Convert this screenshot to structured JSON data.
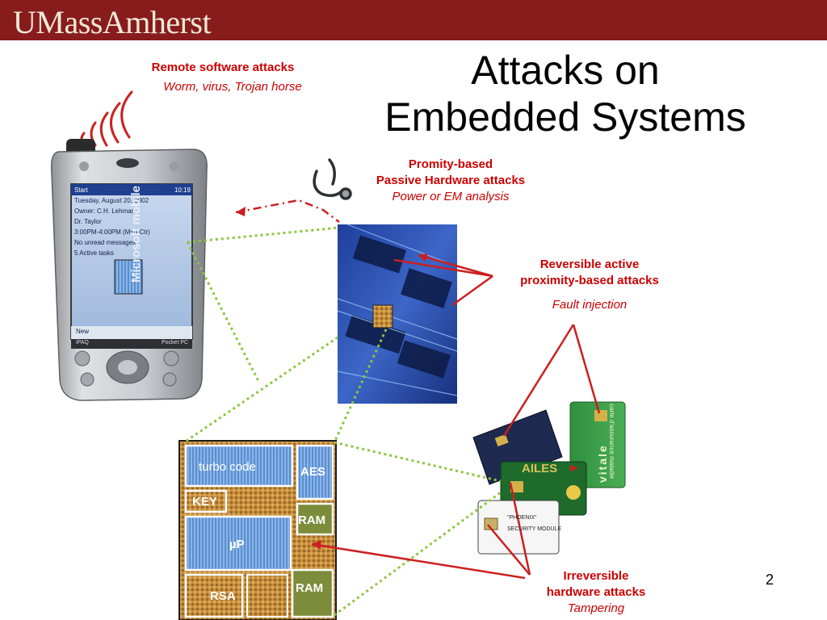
{
  "header": {
    "logo_text": "UMassAmherst"
  },
  "slide": {
    "title_line1": "Attacks on",
    "title_line2": "Embedded Systems",
    "page_number": "2"
  },
  "labels": {
    "remote": {
      "heading": "Remote software attacks",
      "detail": "Worm, virus, Trojan horse"
    },
    "passive": {
      "heading_line1": "Promity-based",
      "heading_line2": "Passive Hardware attacks",
      "detail": "Power or EM analysis"
    },
    "reversible": {
      "heading_line1": "Reversible active",
      "heading_line2": "proximity-based attacks",
      "detail": "Fault injection"
    },
    "irreversible": {
      "heading_line1": "Irreversible",
      "heading_line2": "hardware attacks",
      "detail": "Tampering"
    }
  },
  "chip_blocks": {
    "turbo": "turbo code",
    "aes": "AES",
    "key": "KEY",
    "ram1": "RAM",
    "up": "µP",
    "rsa": "RSA",
    "ram2": "RAM"
  },
  "cards": {
    "vitale": "vitale",
    "vitale_side": "carte d'assurance maladie",
    "ailes": "AILES",
    "phoenix_line1": "\"PHOENIX\"",
    "phoenix_line2": "SECURITY MODULE"
  },
  "pda": {
    "start": "Start",
    "time": "10:19",
    "date": "Tuesday, August 20, 2002",
    "owner": "Owner: C.H. Lehman",
    "appt1": "Dr. Taylor",
    "appt2": "3:00PM-4:00PM (Med Ctr)",
    "messages": "No unread messages",
    "tasks": "5 Active tasks",
    "new": "New",
    "ipaq": "iPAQ",
    "pocketpc": "Pocket PC",
    "brand": "Microsoft mobile"
  },
  "colors": {
    "banner": "#881c1c",
    "accent_red": "#cc0000",
    "dotted_green": "#8cc63f"
  }
}
